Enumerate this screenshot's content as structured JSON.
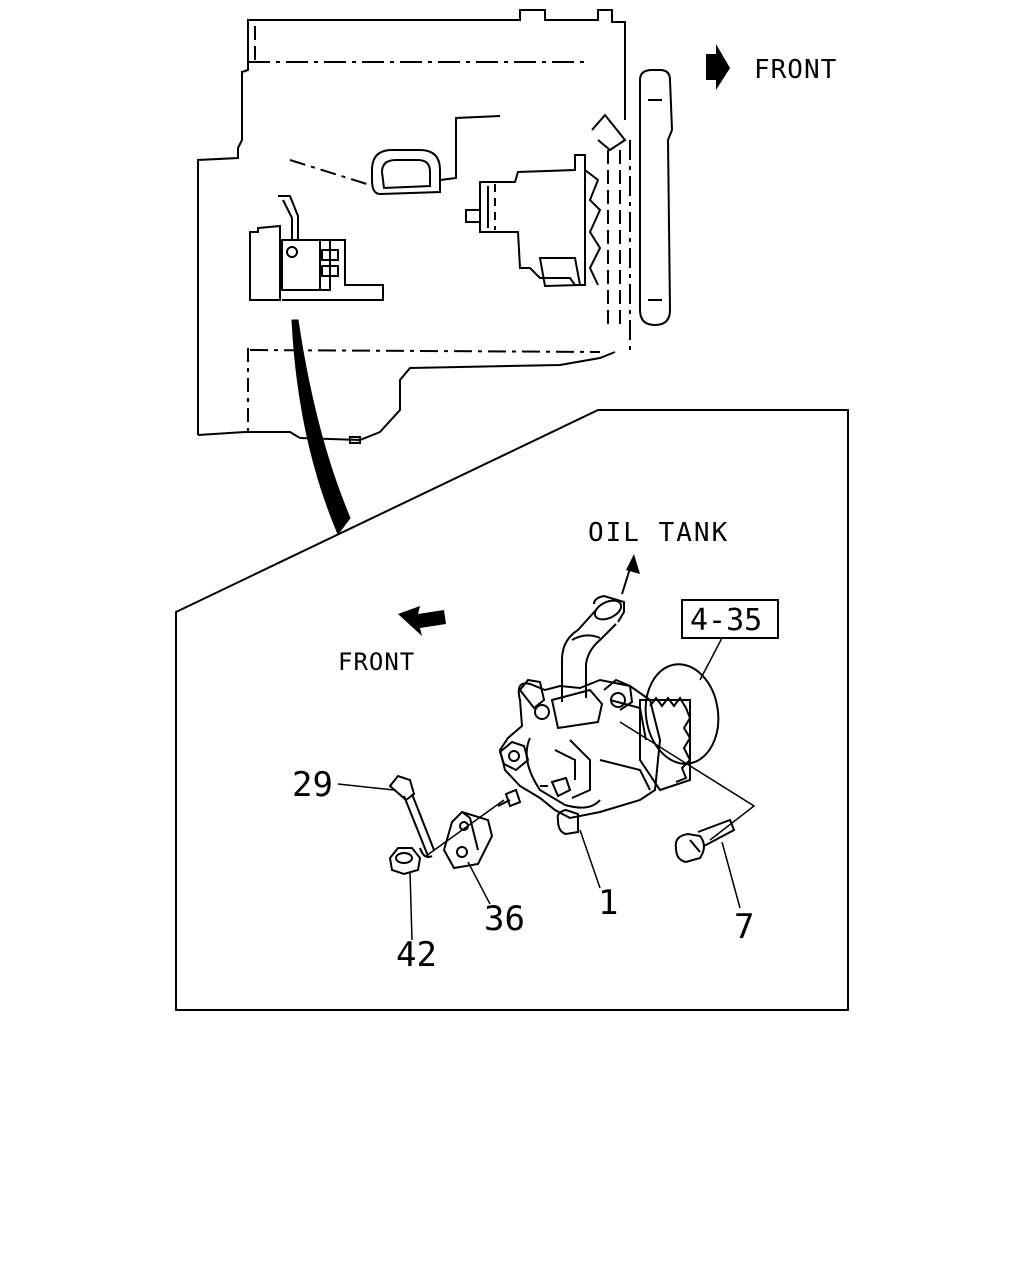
{
  "labels": {
    "front_top": "FRONT",
    "front_inset": "FRONT",
    "oil_tank": "OIL TANK",
    "ref_box": "4-35",
    "part_1": "1",
    "part_7": "7",
    "part_29": "29",
    "part_36": "36",
    "part_42": "42"
  },
  "colors": {
    "line": "#000000",
    "background": "#ffffff"
  }
}
